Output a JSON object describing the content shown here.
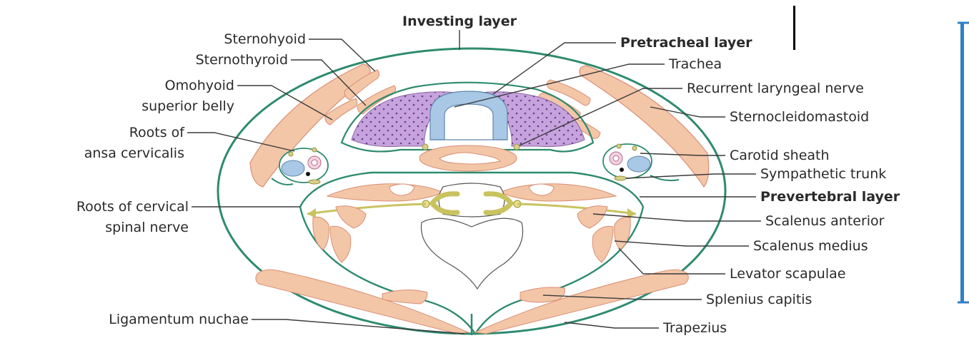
{
  "diagram": {
    "labels": {
      "investing_layer": "Investing layer",
      "pretracheal_layer": "Pretracheal layer",
      "prevertebral_layer": "Prevertebral layer",
      "sternohyoid": "Sternohyoid",
      "sternothyroid": "Sternothyroid",
      "omohyoid_1": "Omohyoid",
      "omohyoid_2": "superior belly",
      "ansa_1": "Roots of",
      "ansa_2": "ansa cervicalis",
      "cervical_1": "Roots of cervical",
      "cervical_2": "spinal nerve",
      "ligamentum_nuchae": "Ligamentum nuchae",
      "trachea": "Trachea",
      "recurrent_laryngeal": "Recurrent laryngeal nerve",
      "sternocleidomastoid": "Sternocleidomastoid",
      "carotid_sheath": "Carotid sheath",
      "sympathetic_trunk": "Sympathetic trunk",
      "scalenus_anterior": "Scalenus anterior",
      "scalenus_medius": "Scalenus medius",
      "levator_scapulae": "Levator scapulae",
      "splenius_capitis": "Splenius capitis",
      "trapezius": "Trapezius"
    },
    "colors": {
      "fascia": "#2e8b6e",
      "muscle": "#f3c6a8",
      "muscle_stroke": "#d98f74",
      "thyroid": "#c7a3dd",
      "trachea": "#a9c8e6",
      "nerve": "#d7d08a",
      "frame_accent": "#2f80c7"
    }
  }
}
